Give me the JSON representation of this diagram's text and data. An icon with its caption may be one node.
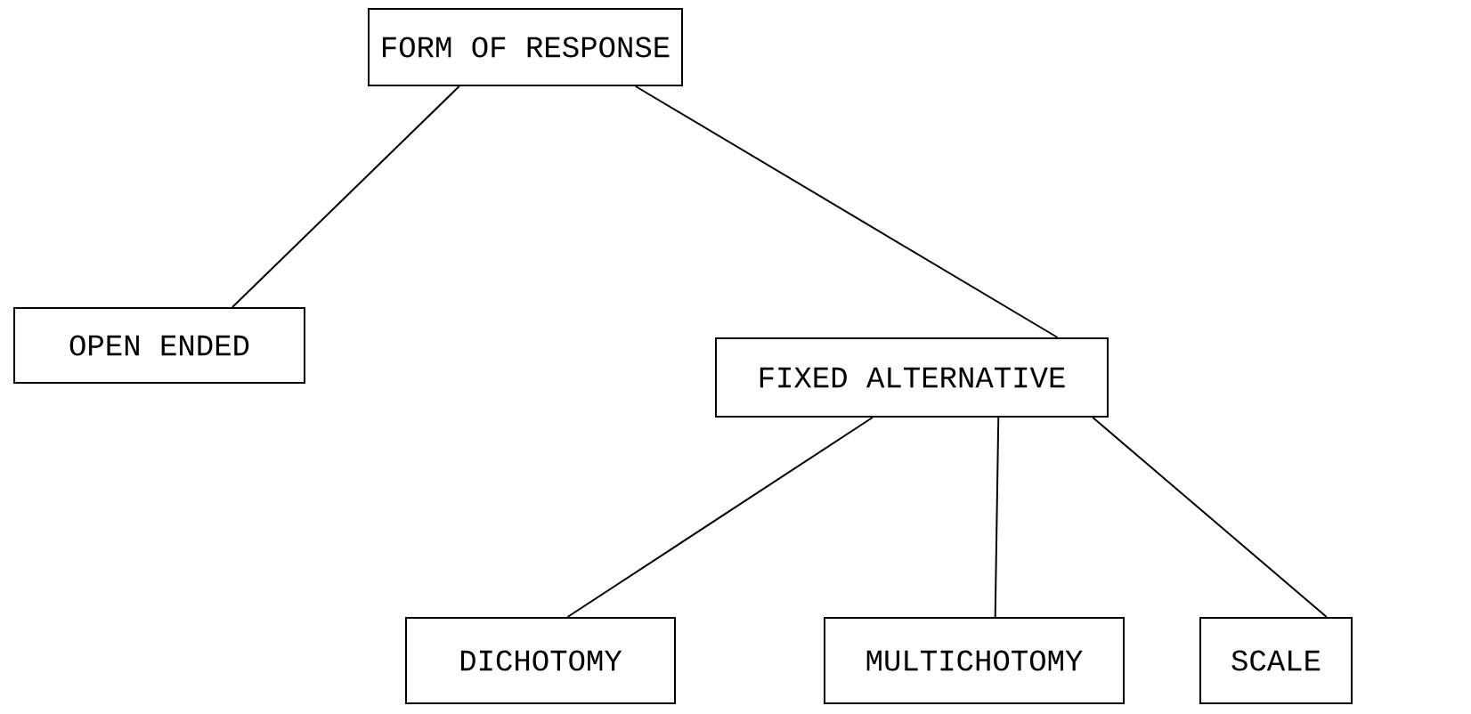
{
  "diagram": {
    "nodes": [
      {
        "text": [
          "FORM OF RESPONSE"
        ]
      },
      {
        "text": [
          "OPEN ENDED"
        ]
      },
      {
        "text": [
          "FIXED ALTERNATIVE"
        ]
      },
      {
        "text": [
          "DICHOTOMY"
        ]
      },
      {
        "text": [
          "MULTICHOTOMY"
        ]
      },
      {
        "text": [
          "SCALE"
        ]
      }
    ],
    "edges": [
      {
        "from": 0,
        "to": 1,
        "arrow": "none"
      },
      {
        "from": 0,
        "to": 2,
        "arrow": "none"
      },
      {
        "from": 2,
        "to": 3,
        "arrow": "none"
      },
      {
        "from": 2,
        "to": 4,
        "arrow": "none"
      },
      {
        "from": 2,
        "to": 5,
        "arrow": "none"
      }
    ]
  }
}
